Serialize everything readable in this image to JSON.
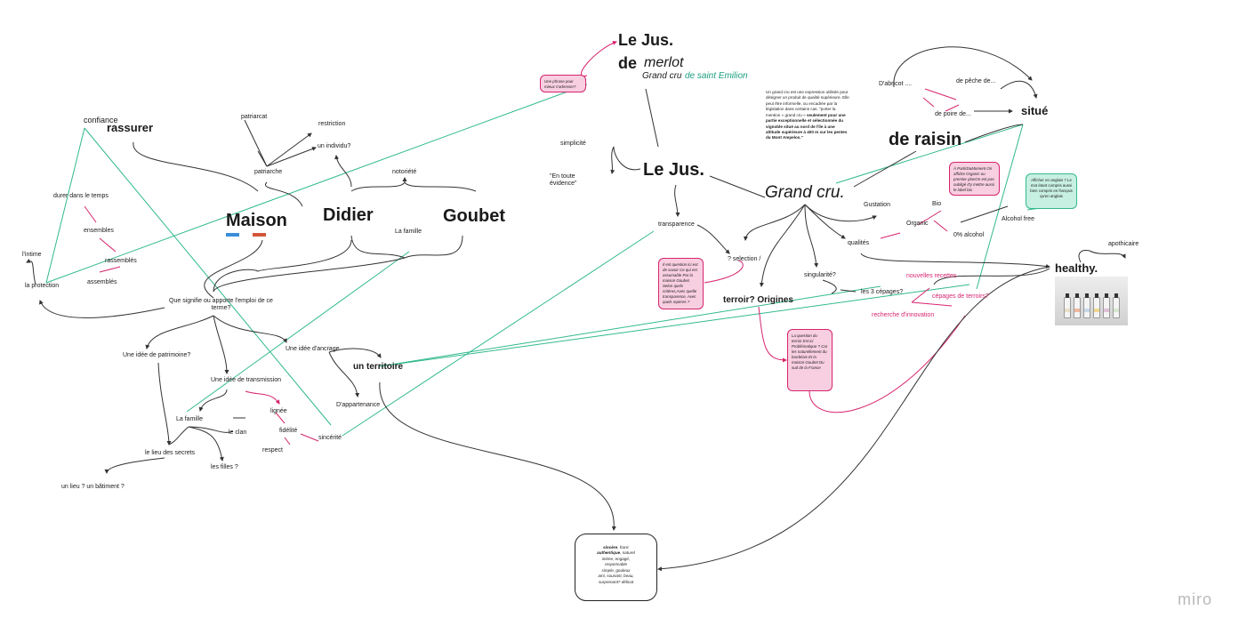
{
  "board": {
    "watermark": "miro",
    "colors": {
      "pink": "#d6246e",
      "teal": "#32b98f",
      "dark": "#333333",
      "blue": "#3a8edb",
      "orange": "#d4563a"
    }
  },
  "headings": {
    "le_jus_top": "Le Jus.",
    "de": "de",
    "merlot": "merlot",
    "grand_cru_small": "Grand cru",
    "saint_emilion": "de saint Emilion",
    "le_jus_mid": "Le Jus.",
    "grand_cru_big": "Grand cru.",
    "de_raisin": "de raisin",
    "situe": "situé",
    "healthy": "healthy.",
    "maison": "Maison",
    "didier": "Didier",
    "goubet": "Goubet",
    "rassurer": "rassurer",
    "un_territoire": "un territoire",
    "terroir_origines": "terroir? Origines"
  },
  "labels": {
    "confiance": "confiance",
    "patriarcat": "patriarcat",
    "restriction": "restriction",
    "un_individu": "un individu?",
    "patriarche": "patriarche",
    "notoriete": "notoriété",
    "la_famille_top": "La famille",
    "durer": "durer dans le temps",
    "ensembles": "ensembles",
    "rassembles": "rassemblés",
    "assembles": "assemblés",
    "lintime": "l'intime",
    "la_protection": "la protection",
    "que_signifie": "Que signifie ou apporte l'emploi de ce terme?",
    "patrimoine": "Une idée de patrimoine?",
    "ancrage": "Une idée d'ancrage",
    "transmission": "Une idée de transmission",
    "appartenance": "D'appartenance",
    "la_famille": "La famille",
    "lignee": "lignée",
    "le_clan": "le clan",
    "fidelite": "fidélité",
    "sincerite": "sincérité",
    "respect": "respect",
    "lieu_secrets": "le lieu des secrets",
    "les_filles": "les filles ?",
    "un_lieu": "un lieu ? un bâtiment ?",
    "simplicite": "simplicité",
    "en_toute_evidence": "\"En toute évidence\"",
    "transparence": "transparence",
    "selection": "? selection /",
    "singularite": "singularité?",
    "trois_cepages": "les 3 cépages?",
    "gustation": "Gustation",
    "qualites": "qualités",
    "organic": "Organic",
    "bio": "Bio",
    "zero_alcool": "0% alcohol",
    "alcohol_free": "Alcohol free",
    "nouvelles_recettes": "nouvelles recettes",
    "cepages_terroirs": "cépages de terroirs?",
    "recherche": "recherche d'innovation",
    "dabricot": "D'abricot ....",
    "de_peche": "de pêche de...",
    "de_poire": "de poire de...",
    "apothicaire": "apothicaire"
  },
  "notes": {
    "phrase": "Une phrase pour mieux s'adresser?",
    "grand_cru_def_a": "Un grand cru est une expression utilisée pour désigner un produit de qualité supérieure. Elle peut être informelle, ou encadrée par la législation dans certains cas. \"porter la mention « grand cru »",
    "grand_cru_def_b": "seulement pour une partie exceptionnelle et sélectionnée du vignoble situé au nord de l'île à une altitude supérieure à 400 m sur les pentes du Mont Ampelos.\"",
    "selection_note": "Il est question ici est de savoir Ce qui est assumable Par la maison Goubet. Selon quels critères,Avec quelle transparence, Avec quels repères ?",
    "terroir_note": "La question du terroir Est ici Problématique ? Car les naturellement du bordelais Et la maison Goubet Du sud de la France",
    "alcohol_note": "À PartirDuMoment On affiche Organic ou premier planOn est pas oubligé d'y mettre aussi le label bio",
    "english_note": "Afficher en anglais ? Le mot étant compris aussi bien compris en français qu'en anglais"
  },
  "card": {
    "w1": "sincère",
    "t1": ", franc",
    "w2": "authentique",
    "t2": ", naturel",
    "l3": "intime, engagé,",
    "l4": "responsable",
    "l5": "simple, gouleux",
    "l6": "ami, souriant, beau,",
    "l7": "surprenant? délicat"
  },
  "photo": {
    "bottle_colors": [
      "#e8e0c8",
      "#f0b8a0",
      "#c8d8e8",
      "#f0d890",
      "#e0c0d8",
      "#d8e8d0"
    ]
  }
}
